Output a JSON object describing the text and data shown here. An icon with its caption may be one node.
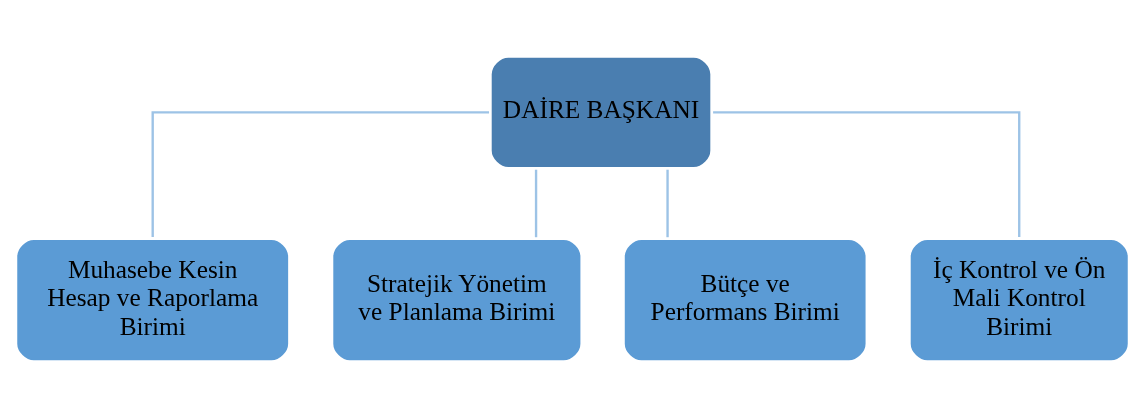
{
  "diagram": {
    "nodes": [
      {
        "text": [
          "DAİRE BAŞKANI"
        ]
      },
      {
        "text": [
          "Muhasebe Kesin Hesap ve Raporlama Birimi"
        ]
      },
      {
        "text": [
          "Stratejik Yönetim ve Planlama Birimi"
        ]
      },
      {
        "text": [
          "Bütçe ve Performans Birimi"
        ]
      },
      {
        "text": [
          "İç Kontrol ve Ön Mali Kontrol Birimi"
        ]
      }
    ],
    "edges": [
      {
        "from": 0,
        "to": 1,
        "arrow": "none"
      },
      {
        "from": 0,
        "to": 2,
        "arrow": "none"
      },
      {
        "from": 0,
        "to": 3,
        "arrow": "none"
      },
      {
        "from": 0,
        "to": 4,
        "arrow": "none"
      }
    ]
  }
}
